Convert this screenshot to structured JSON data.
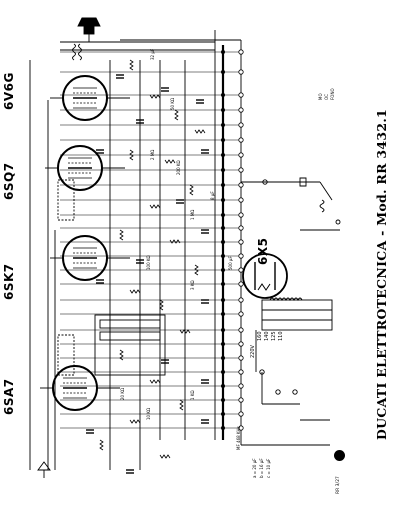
{
  "diagram": {
    "title": "DUCATI ELETTROTECNICA - Mod. RR 3432.1",
    "tubes": [
      "6V6G",
      "6SQ7",
      "6SK7",
      "6SA7",
      "6X5"
    ],
    "voltage_labels": [
      "220V",
      "160",
      "140",
      "125",
      "110"
    ],
    "coil_labels": [
      "MF 468 KHz"
    ],
    "cap_legend": [
      "a = 20 μF",
      "b = 16 μF",
      "c = 10 μF"
    ],
    "switch_labels": [
      "MO",
      "OC",
      "FONO"
    ],
    "component_labels": [
      "1 MΩ",
      "2 MΩ",
      "200 KΩ",
      "50 KΩ",
      "100 KΩ",
      "20 KΩ",
      "10 KΩ",
      "3 KΩ",
      "1 KΩ",
      "500 μF",
      "32 μF",
      "8 μF"
    ],
    "footer_badge": "RR 3/27"
  }
}
